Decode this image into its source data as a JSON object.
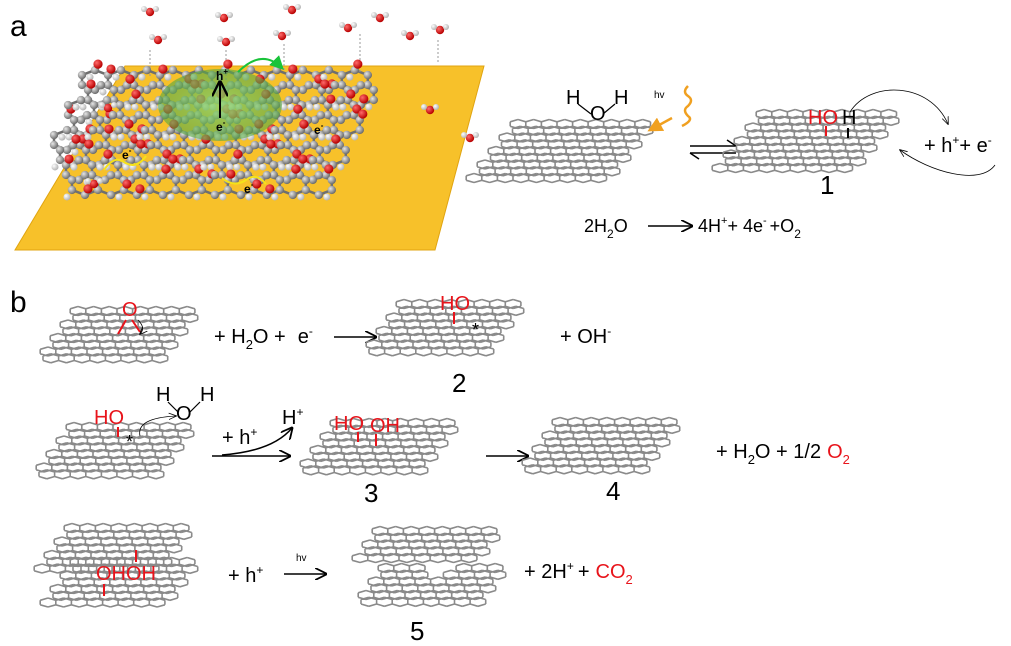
{
  "panels": {
    "a": "a",
    "b": "b"
  },
  "colors": {
    "red": "#e8141b",
    "sheet": "#f7c12a",
    "atom": "#8c8c8c",
    "oxygen": "#e0121b",
    "hydrogen": "#ffffff",
    "photon": "#f0a020",
    "bubble": "#5fb84c"
  },
  "panel_a": {
    "illus_labels": {
      "h": "h",
      "hsup": "+",
      "e_center": "e",
      "e_right": "e",
      "e_left": "e",
      "e_bottom": "e",
      "esup": "-"
    },
    "water_h1": "H",
    "water_o": "O",
    "water_h2": "H",
    "hv": "hv",
    "prod_ho": "HO",
    "prod_h": "H",
    "prod_rhs": "+ h",
    "prod_rhs_sup": "+",
    "prod_rhs_plus": "+ e",
    "prod_rhs_esup": "-",
    "label1": "1",
    "eq_left": "2H",
    "eq_sub": "2",
    "eq_o": "O",
    "eq_right": "4H",
    "eq_plus_sup": "+",
    "eq_plus": "+ 4e",
    "eq_esup": "-",
    "eq_o2": "+O",
    "eq_o2sub": "2"
  },
  "row1": {
    "reactant_o": "O",
    "plus_h2o": "+ H",
    "h2o_sub": "2",
    "h2o_o": "O +",
    "e": "e",
    "esup": "-",
    "prod_ho": "HO",
    "star": "*",
    "plus_oh": "+ OH",
    "oh_sup": "-",
    "label2": "2"
  },
  "row2": {
    "ho": "HO",
    "star": "*",
    "water_h1": "H",
    "water_o": "O",
    "water_h2": "H",
    "hplus_label": "H",
    "hplus_sup": "+",
    "plus_h": "+ h",
    "plus_h_sup": "+",
    "ho2": "HO",
    "oh2": "OH",
    "label3": "3",
    "label4": "4",
    "product": "+ H",
    "product_sub": "2",
    "product_o": "O + 1/2",
    "o2": "O",
    "o2_sub": "2"
  },
  "row3": {
    "ohoh": "OHOH",
    "plus_h": "+ h",
    "plus_h_sup": "+",
    "hv": "hv",
    "product": "+ 2H",
    "product_sup": "+",
    "product_plus": "+",
    "co2": "CO",
    "co2_sub": "2",
    "label5": "5"
  }
}
